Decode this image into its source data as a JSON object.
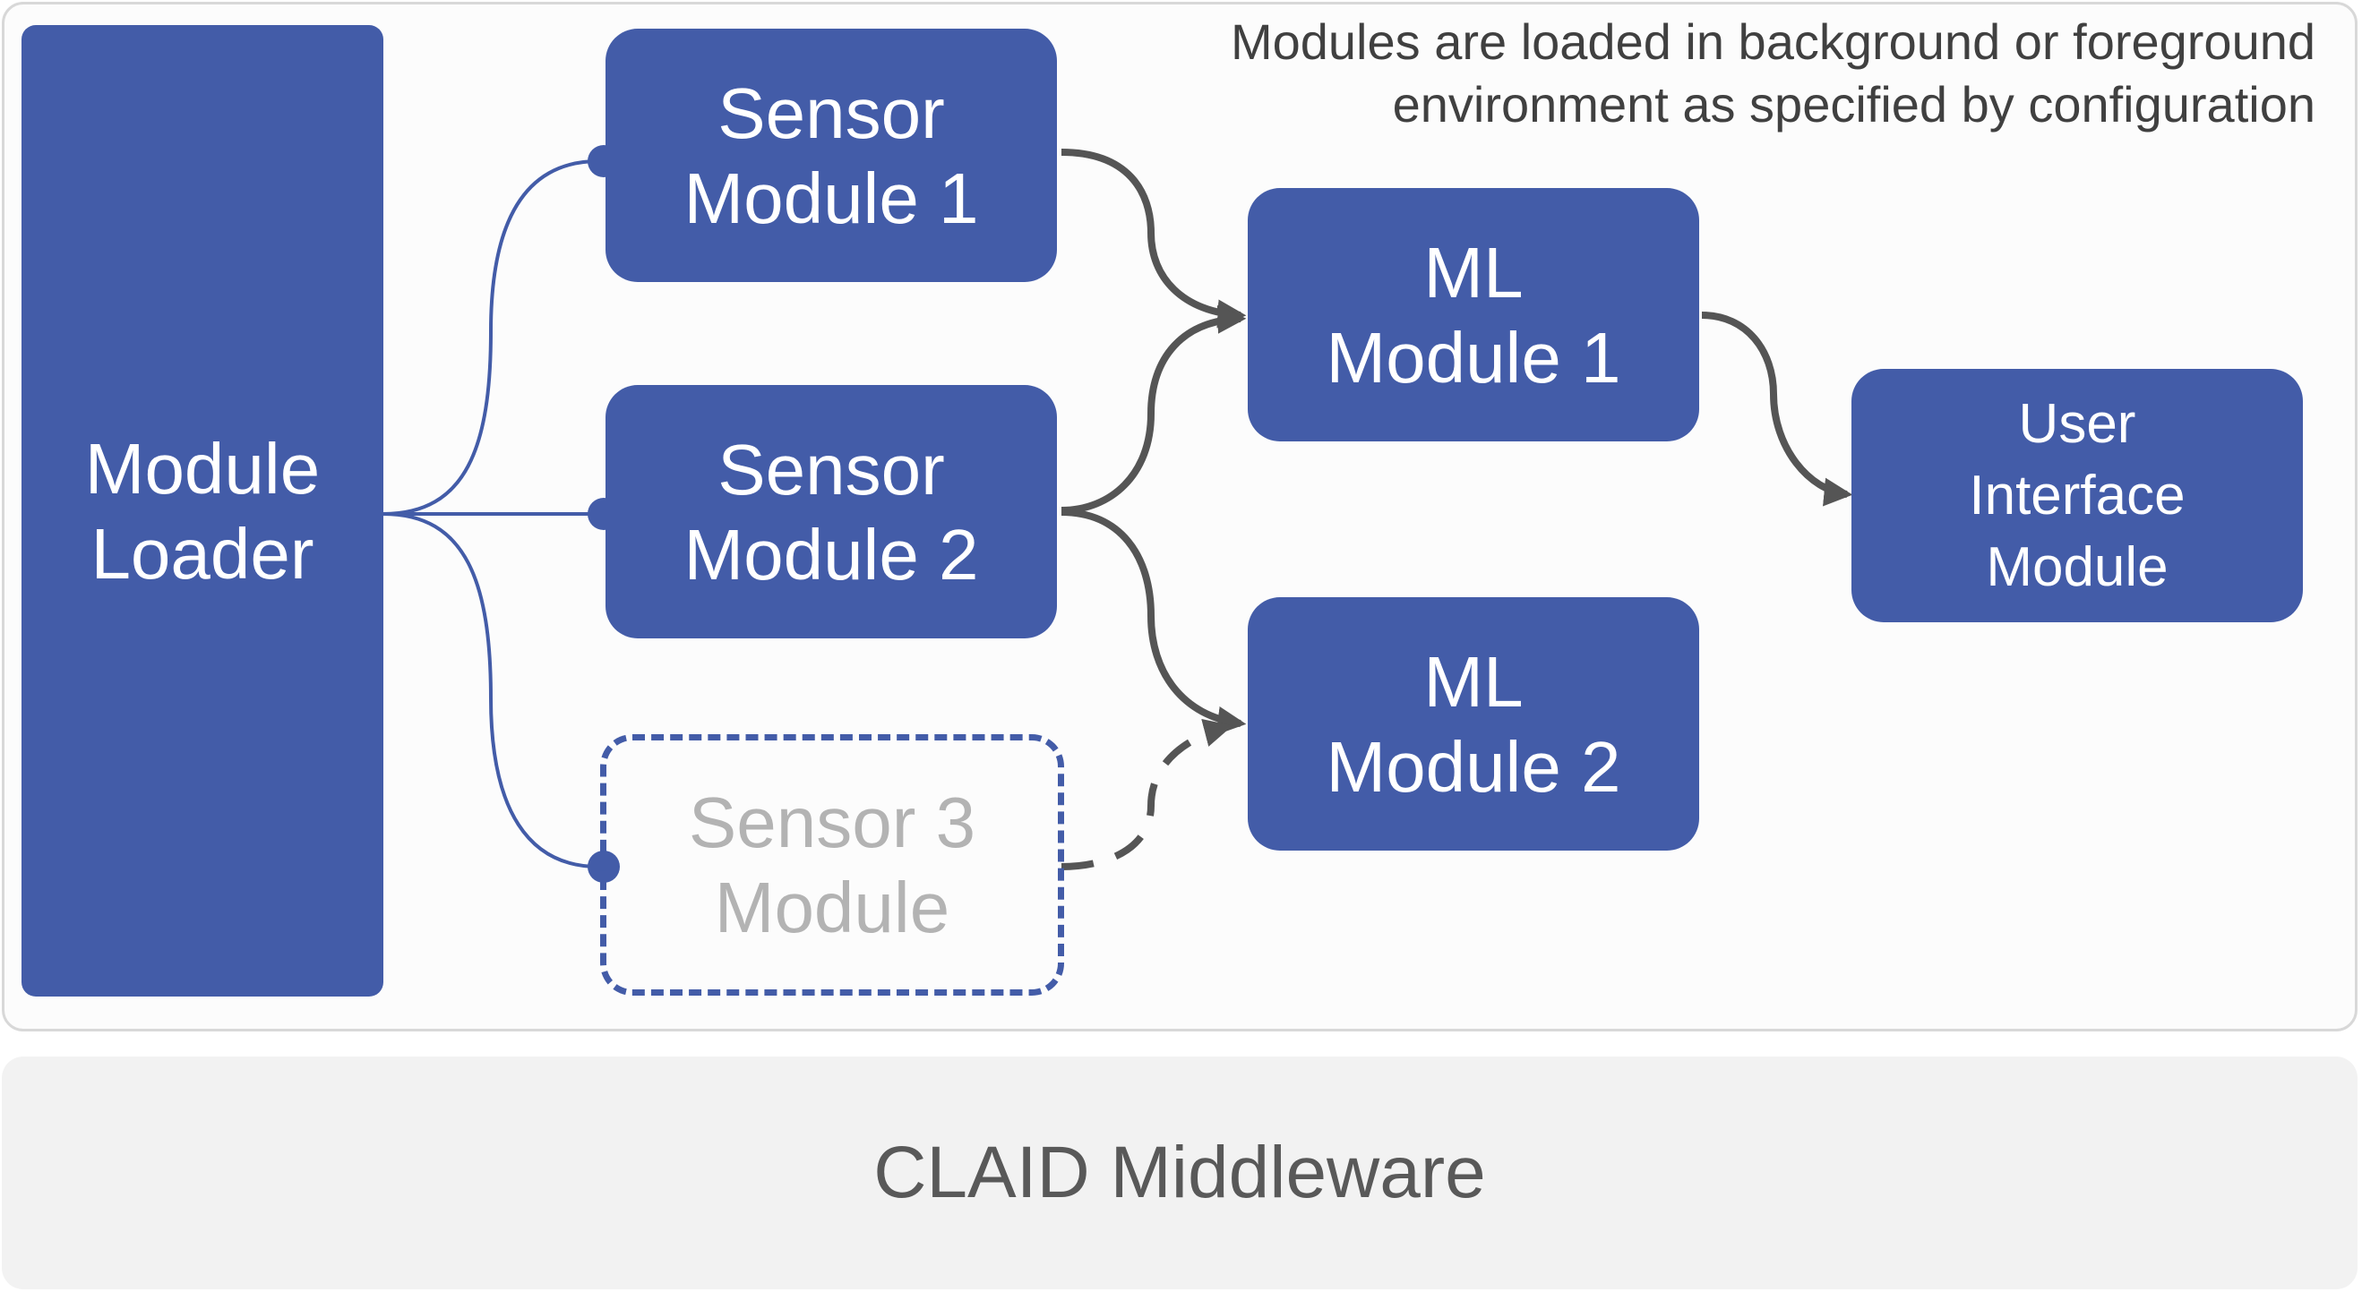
{
  "note": {
    "line1": "Modules are loaded in background or foreground",
    "line2": "environment as specified by configuration"
  },
  "module_loader": {
    "line1": "Module",
    "line2": "Loader"
  },
  "sensor1": {
    "line1": "Sensor",
    "line2": "Module 1"
  },
  "sensor2": {
    "line1": "Sensor",
    "line2": "Module 2"
  },
  "sensor3": {
    "line1": "Sensor 3",
    "line2": "Module"
  },
  "ml1": {
    "line1": "ML",
    "line2": "Module 1"
  },
  "ml2": {
    "line1": "ML",
    "line2": "Module 2"
  },
  "ui_module": {
    "line1": "User",
    "line2": "Interface",
    "line3": "Module"
  },
  "middleware": {
    "label": "CLAID Middleware"
  },
  "colors": {
    "module_fill": "#435ca8",
    "inactive_text": "#b3b3b3",
    "arrow": "#555555",
    "frame_border": "#d8d8d8",
    "middleware_bg": "#f2f2f2"
  }
}
